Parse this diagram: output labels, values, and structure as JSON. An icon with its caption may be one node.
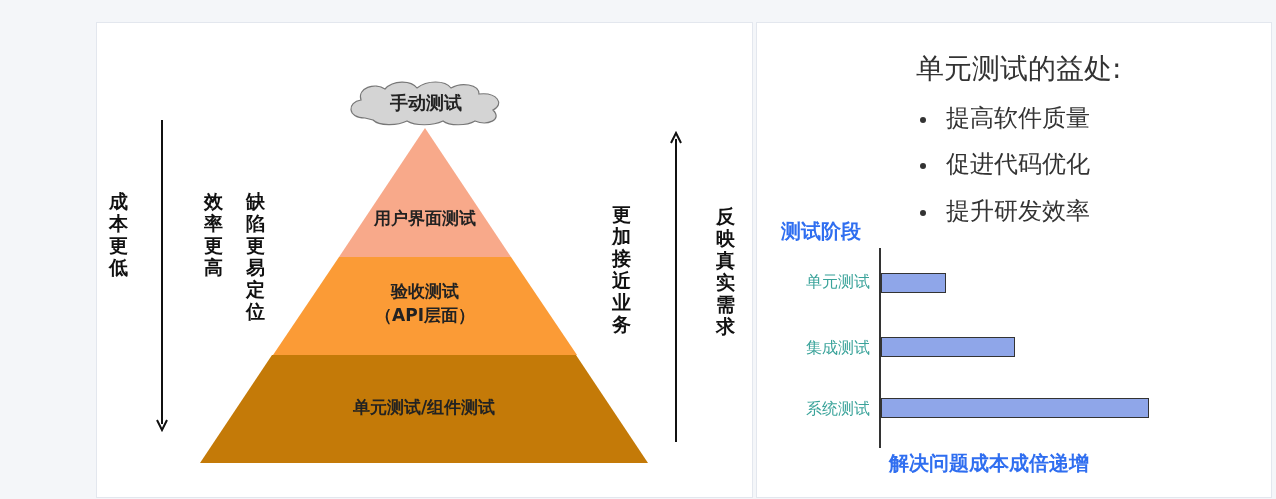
{
  "diagram": {
    "nodes": [
      {
        "text": [
          "手动测试"
        ]
      },
      {
        "text": [
          "用户界面测试"
        ]
      },
      {
        "text": [
          "验收测试（API层面）"
        ]
      },
      {
        "text": [
          "单元测试/组件测试"
        ]
      }
    ],
    "labels": [
      "成本更低",
      "效率更高",
      "缺陷更易定位",
      "更加接近业务",
      "反映真实需求",
      "单元测试的益处:",
      "提高软件质量",
      "促进代码优化",
      "提升研发效率",
      "测试阶段",
      "单元测试",
      "集成测试",
      "系统测试",
      "解决问题成本成倍递增"
    ]
  }
}
